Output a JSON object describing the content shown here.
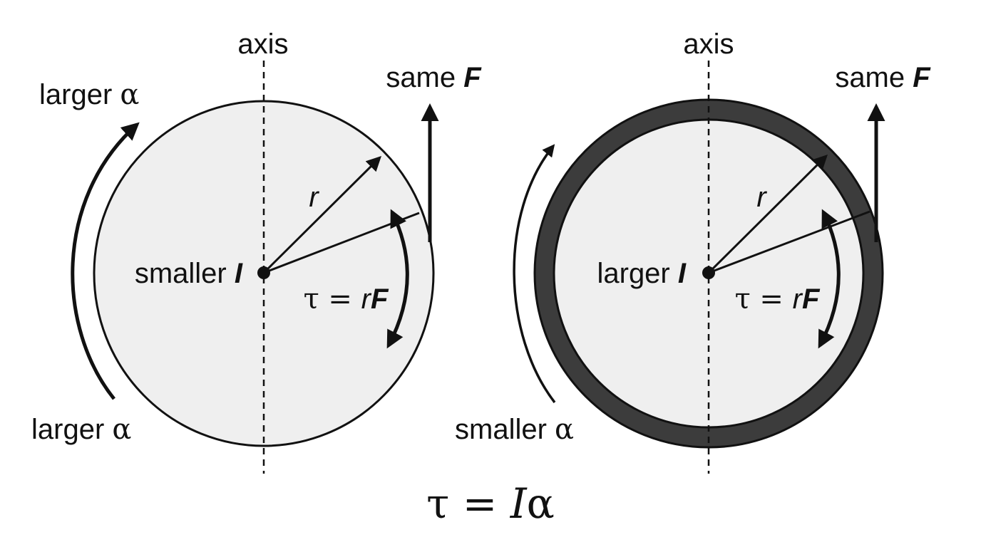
{
  "left_panel": {
    "axis_label": "axis",
    "force_label_prefix": "same ",
    "force_symbol": "F",
    "radius_label": "r",
    "inertia_prefix": "smaller ",
    "inertia_symbol": "I",
    "torque_lhs": "τ = ",
    "torque_r": "r",
    "torque_F": "F",
    "alpha_top_prefix": "larger ",
    "alpha_bottom_prefix": "larger ",
    "alpha_symbol": "α"
  },
  "right_panel": {
    "axis_label": "axis",
    "force_label_prefix": "same ",
    "force_symbol": "F",
    "radius_label": "r",
    "inertia_prefix": "larger ",
    "inertia_symbol": "I",
    "torque_lhs": "τ = ",
    "torque_r": "r",
    "torque_F": "F",
    "alpha_bottom_prefix": "smaller ",
    "alpha_symbol": "α"
  },
  "equation": {
    "lhs": "τ = ",
    "I": "I",
    "alpha": "α"
  },
  "colors": {
    "disk_fill": "#efefef",
    "ring_fill": "#3c3c3c",
    "stroke": "#111111"
  }
}
